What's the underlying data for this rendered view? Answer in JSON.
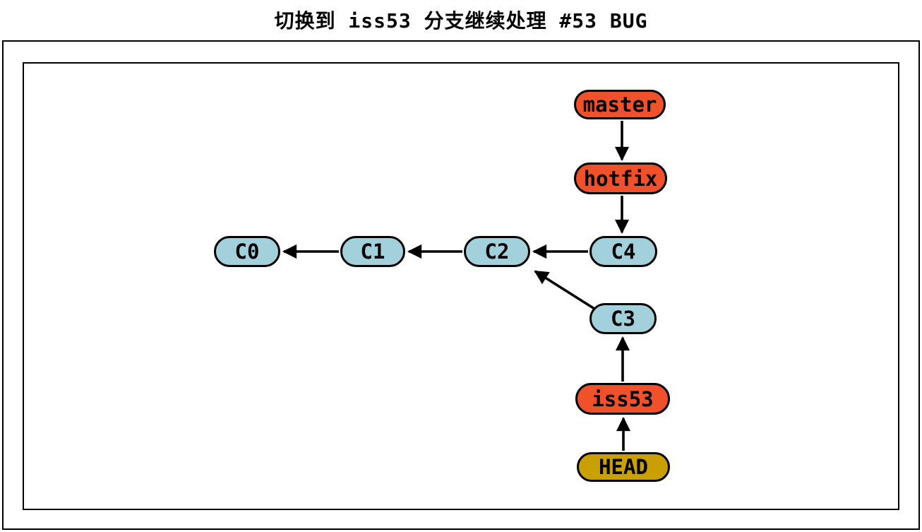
{
  "title": "切换到 iss53 分支继续处理 #53 BUG",
  "colors": {
    "branch_pointer_fill": "#F0502A",
    "commit_fill": "#A2D1DC",
    "head_fill": "#C9A000",
    "stroke": "#000000",
    "background": "#FFFFFF"
  },
  "graph": {
    "nodes": [
      {
        "id": "master",
        "label": "master",
        "type": "branch"
      },
      {
        "id": "hotfix",
        "label": "hotfix",
        "type": "branch"
      },
      {
        "id": "C4",
        "label": "C4",
        "type": "commit"
      },
      {
        "id": "C3",
        "label": "C3",
        "type": "commit"
      },
      {
        "id": "C2",
        "label": "C2",
        "type": "commit"
      },
      {
        "id": "C1",
        "label": "C1",
        "type": "commit"
      },
      {
        "id": "C0",
        "label": "C0",
        "type": "commit"
      },
      {
        "id": "iss53",
        "label": "iss53",
        "type": "branch"
      },
      {
        "id": "HEAD",
        "label": "HEAD",
        "type": "head"
      }
    ],
    "edges": [
      {
        "from": "master",
        "to": "hotfix"
      },
      {
        "from": "hotfix",
        "to": "C4"
      },
      {
        "from": "C4",
        "to": "C2"
      },
      {
        "from": "C2",
        "to": "C1"
      },
      {
        "from": "C1",
        "to": "C0"
      },
      {
        "from": "C3",
        "to": "C2"
      },
      {
        "from": "iss53",
        "to": "C3"
      },
      {
        "from": "HEAD",
        "to": "iss53"
      }
    ]
  }
}
